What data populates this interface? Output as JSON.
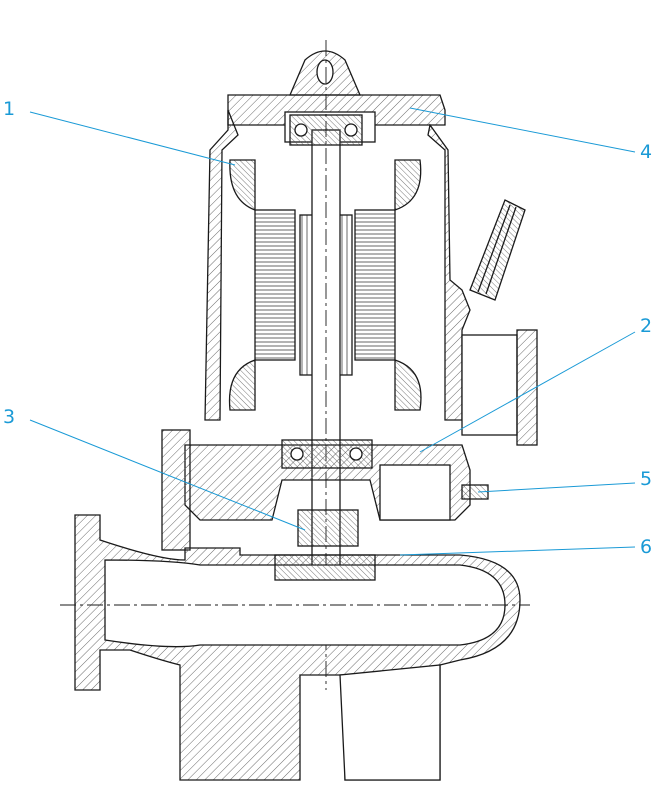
{
  "diagram": {
    "accent_color": "#1a9ad6",
    "line_color": "#1a1a1a",
    "hatch_color": "#6b6b6b",
    "callouts": [
      {
        "id": "1",
        "label": "1"
      },
      {
        "id": "2",
        "label": "2"
      },
      {
        "id": "3",
        "label": "3"
      },
      {
        "id": "4",
        "label": "4"
      },
      {
        "id": "5",
        "label": "5"
      },
      {
        "id": "6",
        "label": "6"
      }
    ]
  }
}
